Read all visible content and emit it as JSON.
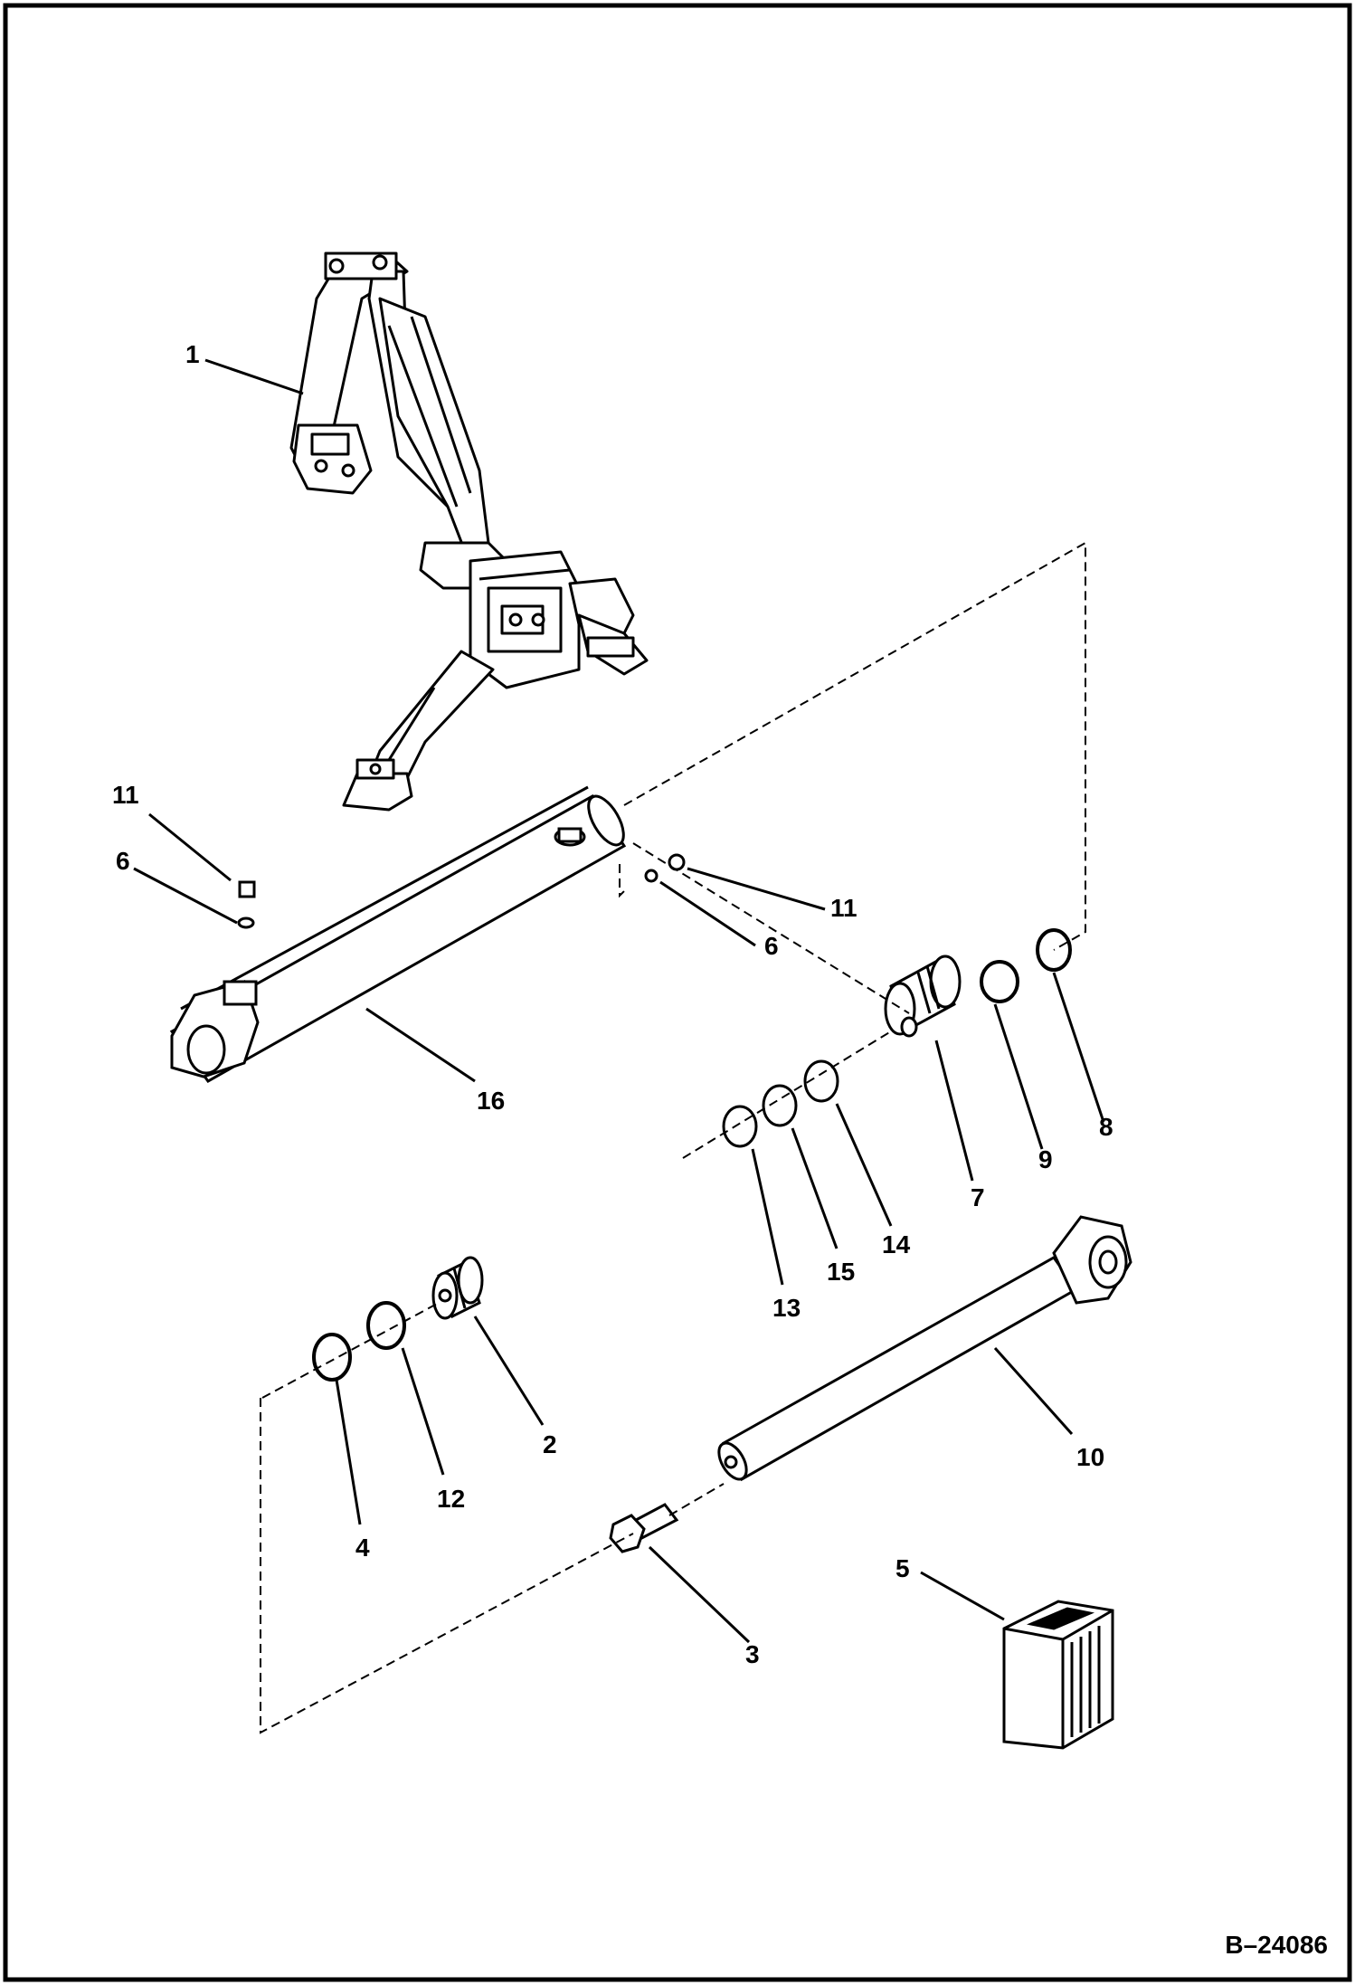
{
  "figure_id": "B–24086",
  "callouts": {
    "c1": "1",
    "c11a": "11",
    "c6a": "6",
    "c11b": "11",
    "c6b": "6",
    "c16": "16",
    "c7": "7",
    "c9": "9",
    "c8": "8",
    "c13": "13",
    "c15": "15",
    "c14": "14",
    "c2": "2",
    "c12": "12",
    "c4": "4",
    "c10": "10",
    "c3": "3",
    "c5": "5"
  }
}
